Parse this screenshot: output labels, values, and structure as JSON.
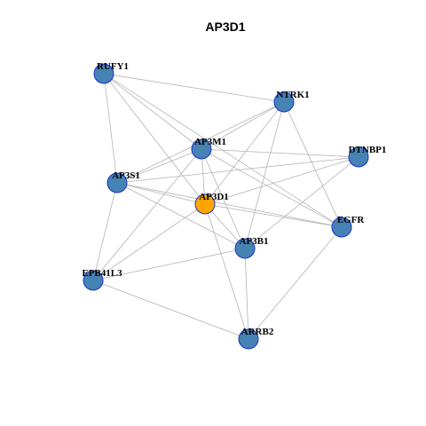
{
  "title": "AP3D1",
  "colors": {
    "node_default": "#4682b4",
    "node_center": "#ffa500",
    "node_border": "#1a34c9",
    "edge": "#b3b3b3"
  },
  "nodes": [
    {
      "id": "RUFY1",
      "label": "RUFY1",
      "center": false
    },
    {
      "id": "NTRK1",
      "label": "NTRK1",
      "center": false
    },
    {
      "id": "AP3M1",
      "label": "AP3M1",
      "center": false
    },
    {
      "id": "DTNBP1",
      "label": "DTNBP1",
      "center": false
    },
    {
      "id": "AP3S1",
      "label": "AP3S1",
      "center": false
    },
    {
      "id": "AP3D1",
      "label": "AP3D1",
      "center": true
    },
    {
      "id": "EGFR",
      "label": "EGFR",
      "center": false
    },
    {
      "id": "AP3B1",
      "label": "AP3B1",
      "center": false
    },
    {
      "id": "EPB41L3",
      "label": "EPB41L3",
      "center": false
    },
    {
      "id": "ARRB2",
      "label": "ARRB2",
      "center": false
    }
  ],
  "edges": [
    [
      "RUFY1",
      "NTRK1"
    ],
    [
      "RUFY1",
      "AP3M1"
    ],
    [
      "RUFY1",
      "AP3S1"
    ],
    [
      "RUFY1",
      "AP3D1"
    ],
    [
      "RUFY1",
      "EGFR"
    ],
    [
      "NTRK1",
      "AP3M1"
    ],
    [
      "NTRK1",
      "AP3S1"
    ],
    [
      "NTRK1",
      "AP3D1"
    ],
    [
      "NTRK1",
      "AP3B1"
    ],
    [
      "NTRK1",
      "EGFR"
    ],
    [
      "AP3M1",
      "AP3S1"
    ],
    [
      "AP3M1",
      "AP3D1"
    ],
    [
      "AP3M1",
      "DTNBP1"
    ],
    [
      "AP3M1",
      "AP3B1"
    ],
    [
      "AP3M1",
      "EPB41L3"
    ],
    [
      "AP3M1",
      "EGFR"
    ],
    [
      "DTNBP1",
      "AP3S1"
    ],
    [
      "DTNBP1",
      "AP3D1"
    ],
    [
      "DTNBP1",
      "AP3B1"
    ],
    [
      "AP3S1",
      "AP3D1"
    ],
    [
      "AP3S1",
      "AP3B1"
    ],
    [
      "AP3S1",
      "EGFR"
    ],
    [
      "AP3S1",
      "EPB41L3"
    ],
    [
      "AP3D1",
      "EGFR"
    ],
    [
      "AP3D1",
      "AP3B1"
    ],
    [
      "AP3D1",
      "EPB41L3"
    ],
    [
      "AP3D1",
      "ARRB2"
    ],
    [
      "AP3B1",
      "EPB41L3"
    ],
    [
      "AP3B1",
      "ARRB2"
    ],
    [
      "EGFR",
      "ARRB2"
    ],
    [
      "EPB41L3",
      "ARRB2"
    ]
  ]
}
